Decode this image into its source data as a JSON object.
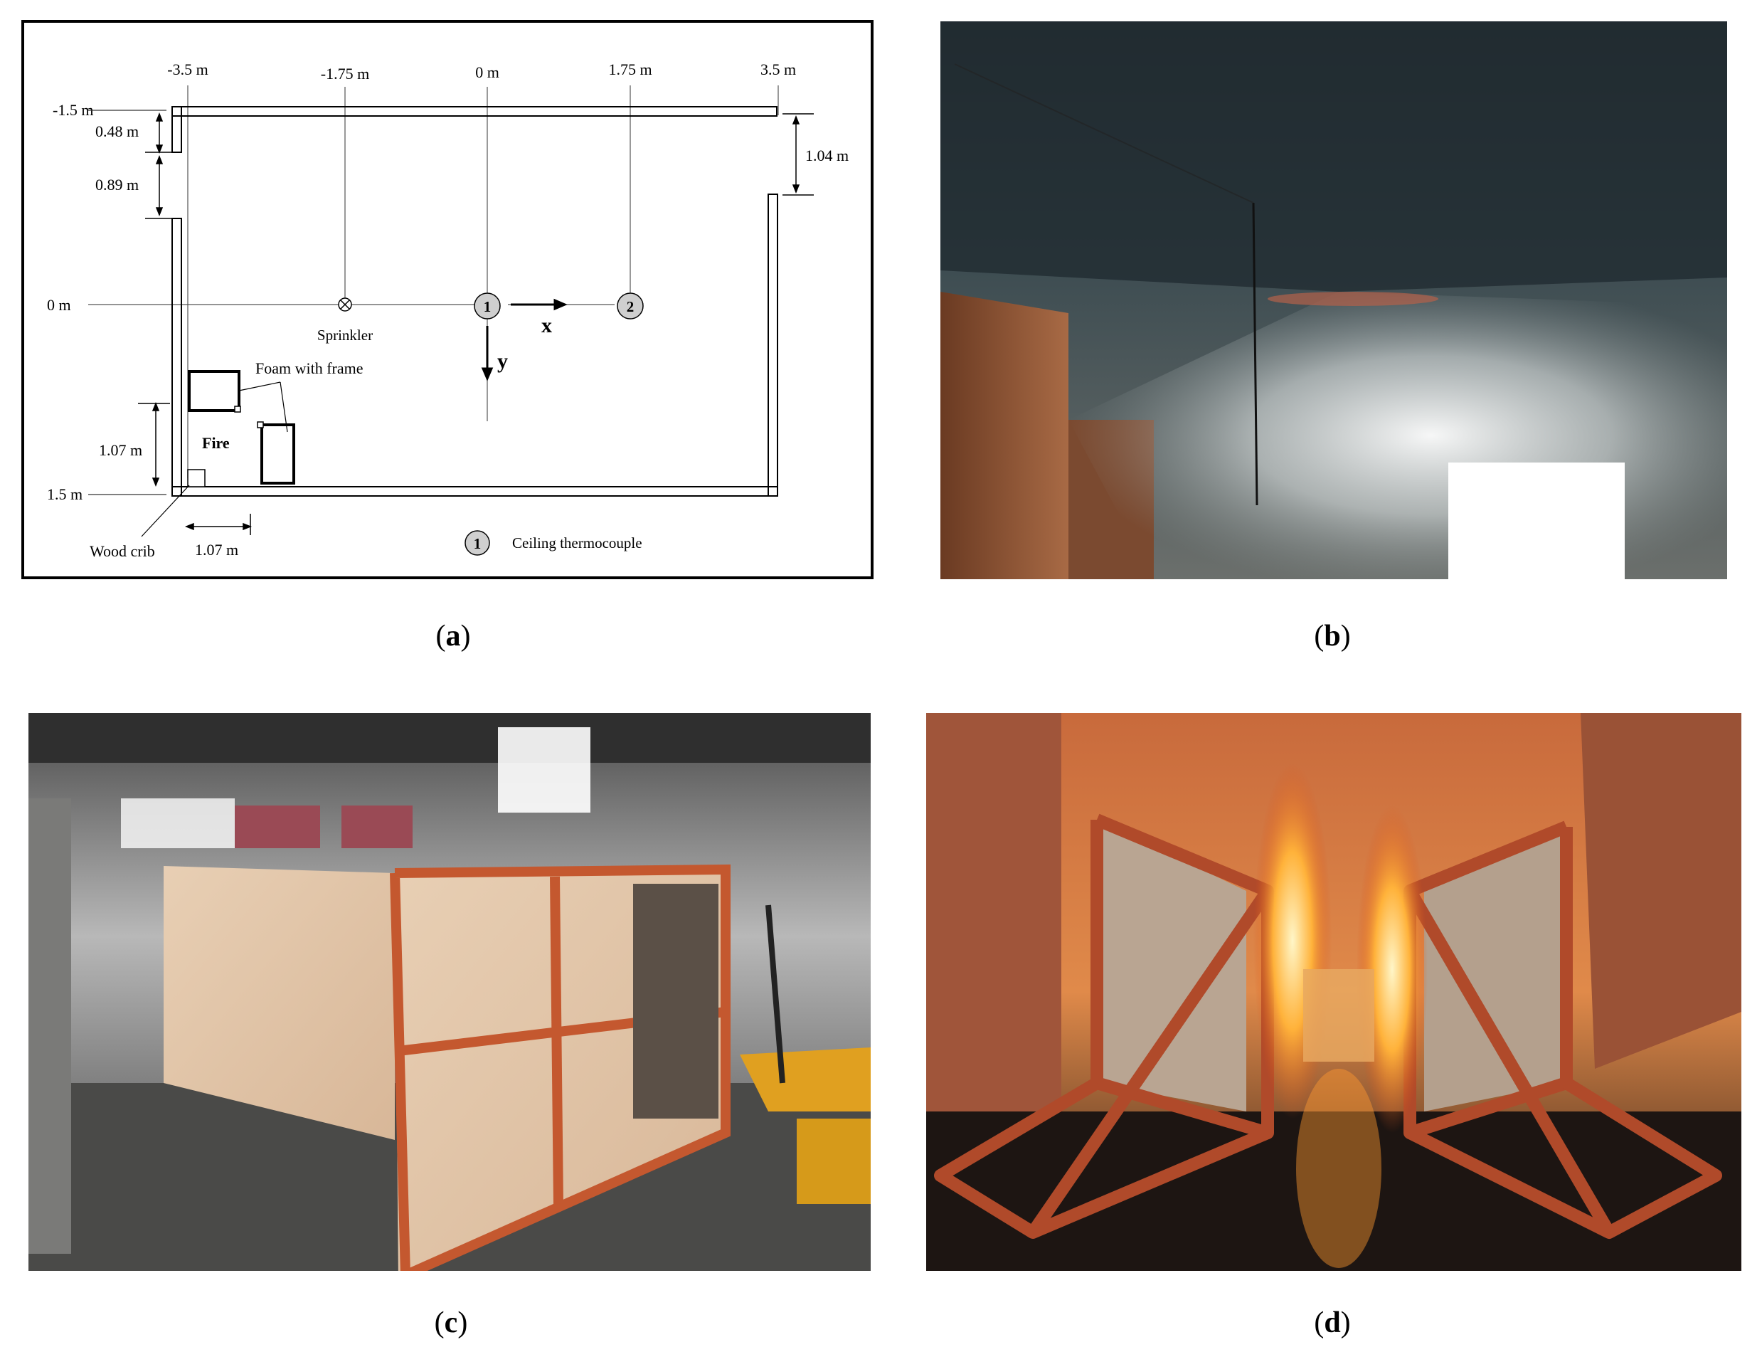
{
  "captions": {
    "a_open": "(",
    "a_letter": "a",
    "a_close": ")",
    "b_open": "(",
    "b_letter": "b",
    "b_close": ")",
    "c_open": "(",
    "c_letter": "c",
    "c_close": ")",
    "d_open": "(",
    "d_letter": "d",
    "d_close": ")"
  },
  "diagram": {
    "x_ticks": [
      "-3.5 m",
      "-1.75 m",
      "0 m",
      "1.75 m",
      "3.5 m"
    ],
    "y_ticks": [
      "-1.5 m",
      "0 m",
      "1.5 m"
    ],
    "dims": {
      "d048": "0.48 m",
      "d089": "0.89 m",
      "d104": "1.04 m",
      "d107v": "1.07 m",
      "d107h": "1.07 m"
    },
    "labels": {
      "sprinkler": "Sprinkler",
      "foam": "Foam with frame",
      "fire": "Fire",
      "wood_crib": "Wood crib",
      "axis_x": "x",
      "axis_y": "y",
      "tc1": "1",
      "tc2": "2",
      "legend_num": "1",
      "legend_text": "Ceiling thermocouple"
    }
  }
}
